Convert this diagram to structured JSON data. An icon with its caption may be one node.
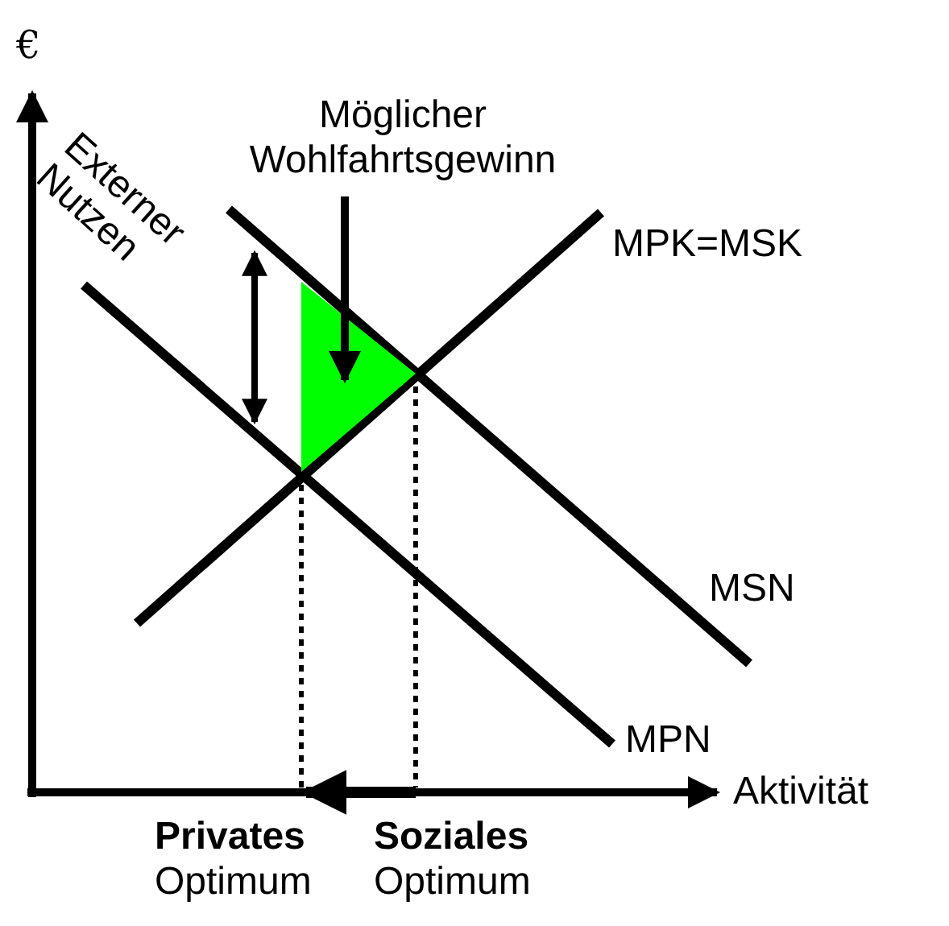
{
  "diagram": {
    "nodes": [
      {
        "text": [
          "Möglicher Wohlfahrtsgewinn"
        ]
      },
      {
        "text": [],
        "shape": "triangle"
      }
    ],
    "edges": [
      {
        "from": 0,
        "to": 1,
        "arrow": "to"
      }
    ],
    "labels": [
      "€",
      "Externer Nutzen",
      "MPK=MSK",
      "MSN",
      "MPN",
      "Aktivität",
      "**Privates** Optimum",
      "**Soziales** Optimum"
    ]
  }
}
